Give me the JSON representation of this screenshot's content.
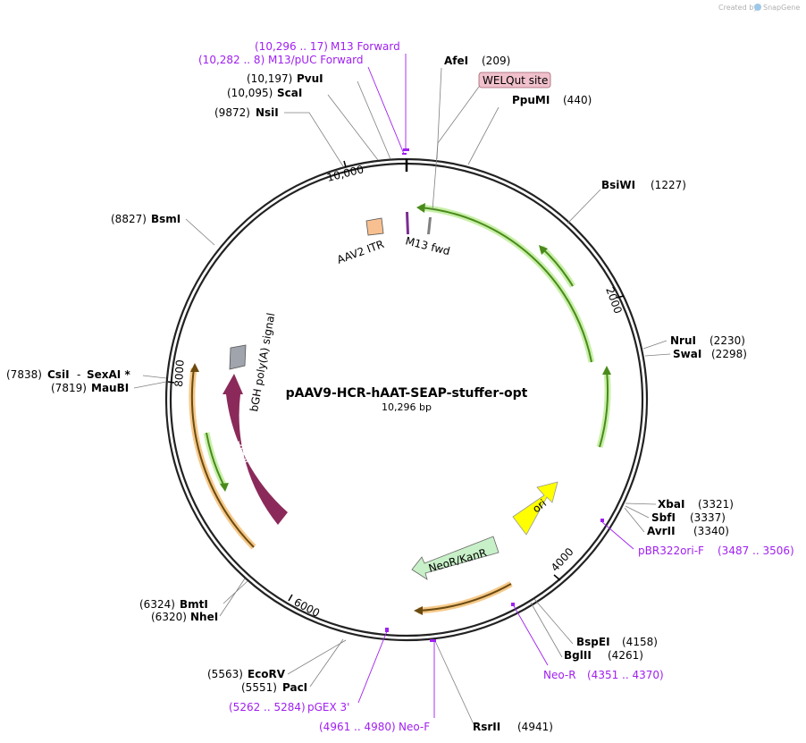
{
  "credit": {
    "prefix": "Created by",
    "brand": "SnapGene"
  },
  "plasmid": {
    "name": "pAAV9-HCR-hAAT-SEAP-stuffer-opt",
    "size_label": "10,296 bp"
  },
  "ticks": [
    "10,000",
    "2000",
    "4000",
    "6000",
    "8000"
  ],
  "enzymes": [
    {
      "id": "afei",
      "name": "AfeI",
      "pos": "(209)"
    },
    {
      "id": "ppumi",
      "name": "PpuMI",
      "pos": "(440)"
    },
    {
      "id": "bsiwi",
      "name": "BsiWI",
      "pos": "(1227)"
    },
    {
      "id": "nrui",
      "name": "NruI",
      "pos": "(2230)"
    },
    {
      "id": "swai",
      "name": "SwaI",
      "pos": "(2298)"
    },
    {
      "id": "xbai",
      "name": "XbaI",
      "pos": "(3321)"
    },
    {
      "id": "sbfi",
      "name": "SbfI",
      "pos": "(3337)"
    },
    {
      "id": "avrii",
      "name": "AvrII",
      "pos": "(3340)"
    },
    {
      "id": "bspei",
      "name": "BspEI",
      "pos": "(4158)"
    },
    {
      "id": "bglii",
      "name": "BglII",
      "pos": "(4261)"
    },
    {
      "id": "rsrii",
      "name": "RsrII",
      "pos": "(4941)"
    },
    {
      "id": "pvui",
      "name": "PvuI",
      "pos": "(10,197)"
    },
    {
      "id": "scai",
      "name": "ScaI",
      "pos": "(10,095)"
    },
    {
      "id": "nsii",
      "name": "NsiI",
      "pos": "(9872)"
    },
    {
      "id": "bsmi",
      "name": "BsmI",
      "pos": "(8827)"
    },
    {
      "id": "csii",
      "name": "CsiI",
      "pos": "(7838)"
    },
    {
      "id": "sexai",
      "name": "SexAI *",
      "pos": ""
    },
    {
      "id": "maubi",
      "name": "MauBI",
      "pos": "(7819)"
    },
    {
      "id": "bmti",
      "name": "BmtI",
      "pos": "(6324)"
    },
    {
      "id": "nhei",
      "name": "NheI",
      "pos": "(6320)"
    },
    {
      "id": "ecorv",
      "name": "EcoRV",
      "pos": "(5563)"
    },
    {
      "id": "paci",
      "name": "PacI",
      "pos": "(5551)"
    }
  ],
  "csii_dash": "-",
  "primers": [
    {
      "id": "m13fwd",
      "name": "M13 Forward",
      "range": "(10,296 .. 17)"
    },
    {
      "id": "m13puc",
      "name": "M13/pUC Forward",
      "range": "(10,282 .. 8)"
    },
    {
      "id": "pbr322",
      "name": "pBR322ori-F",
      "range": "(3487 .. 3506)"
    },
    {
      "id": "neor",
      "name": "Neo-R",
      "range": "(4351 .. 4370)"
    },
    {
      "id": "pgex",
      "name": "pGEX 3'",
      "range": "(5262 .. 5284)"
    },
    {
      "id": "neof",
      "name": "Neo-F",
      "range": "(4961 .. 4980)"
    }
  ],
  "site_label": "WELQut site",
  "features": {
    "aav2itr": "AAV2 ITR",
    "m13fwd": "M13 fwd",
    "bgh": "bGH poly(A) signal",
    "seap": "SEAP",
    "ori": "ori",
    "neo": "NeoR/KanR"
  },
  "colors": {
    "backbone": "#222222",
    "green": "#4a8a1c",
    "green_glow": "#c8f0a8",
    "orange_glow": "#f5c98a",
    "seap": "#8b2a5a",
    "ori": "#ffff00",
    "neo": "#c8f0c8",
    "itr": "#f8c090",
    "bgh": "#a0a4ac",
    "primer": "#a020f0",
    "site_fill": "#f0c0cc"
  }
}
